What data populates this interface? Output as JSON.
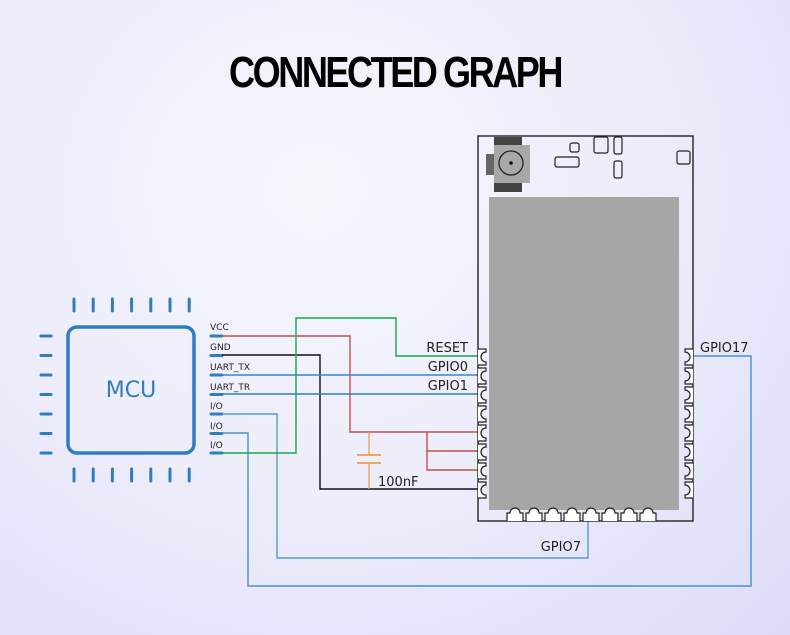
{
  "title": "CONNECTED GRAPH",
  "mcu": {
    "label": "MCU",
    "color": "#2f7dc1"
  },
  "mcu_pins": [
    "VCC",
    "GND",
    "UART_TX",
    "UART_TR",
    "I/O",
    "I/O",
    "I/O"
  ],
  "module_left_pins": [
    "RESET",
    "GPIO0",
    "GPIO1"
  ],
  "module_right_pin": "GPIO17",
  "module_bottom_pin": "GPIO7",
  "capacitor": "100nF",
  "colors": {
    "vcc": "#c0504d",
    "gnd": "#111111",
    "signal": "#3a86c8",
    "reset": "#1aa64a",
    "cap": "#f0a55a",
    "shield": "#a6a6a6"
  }
}
